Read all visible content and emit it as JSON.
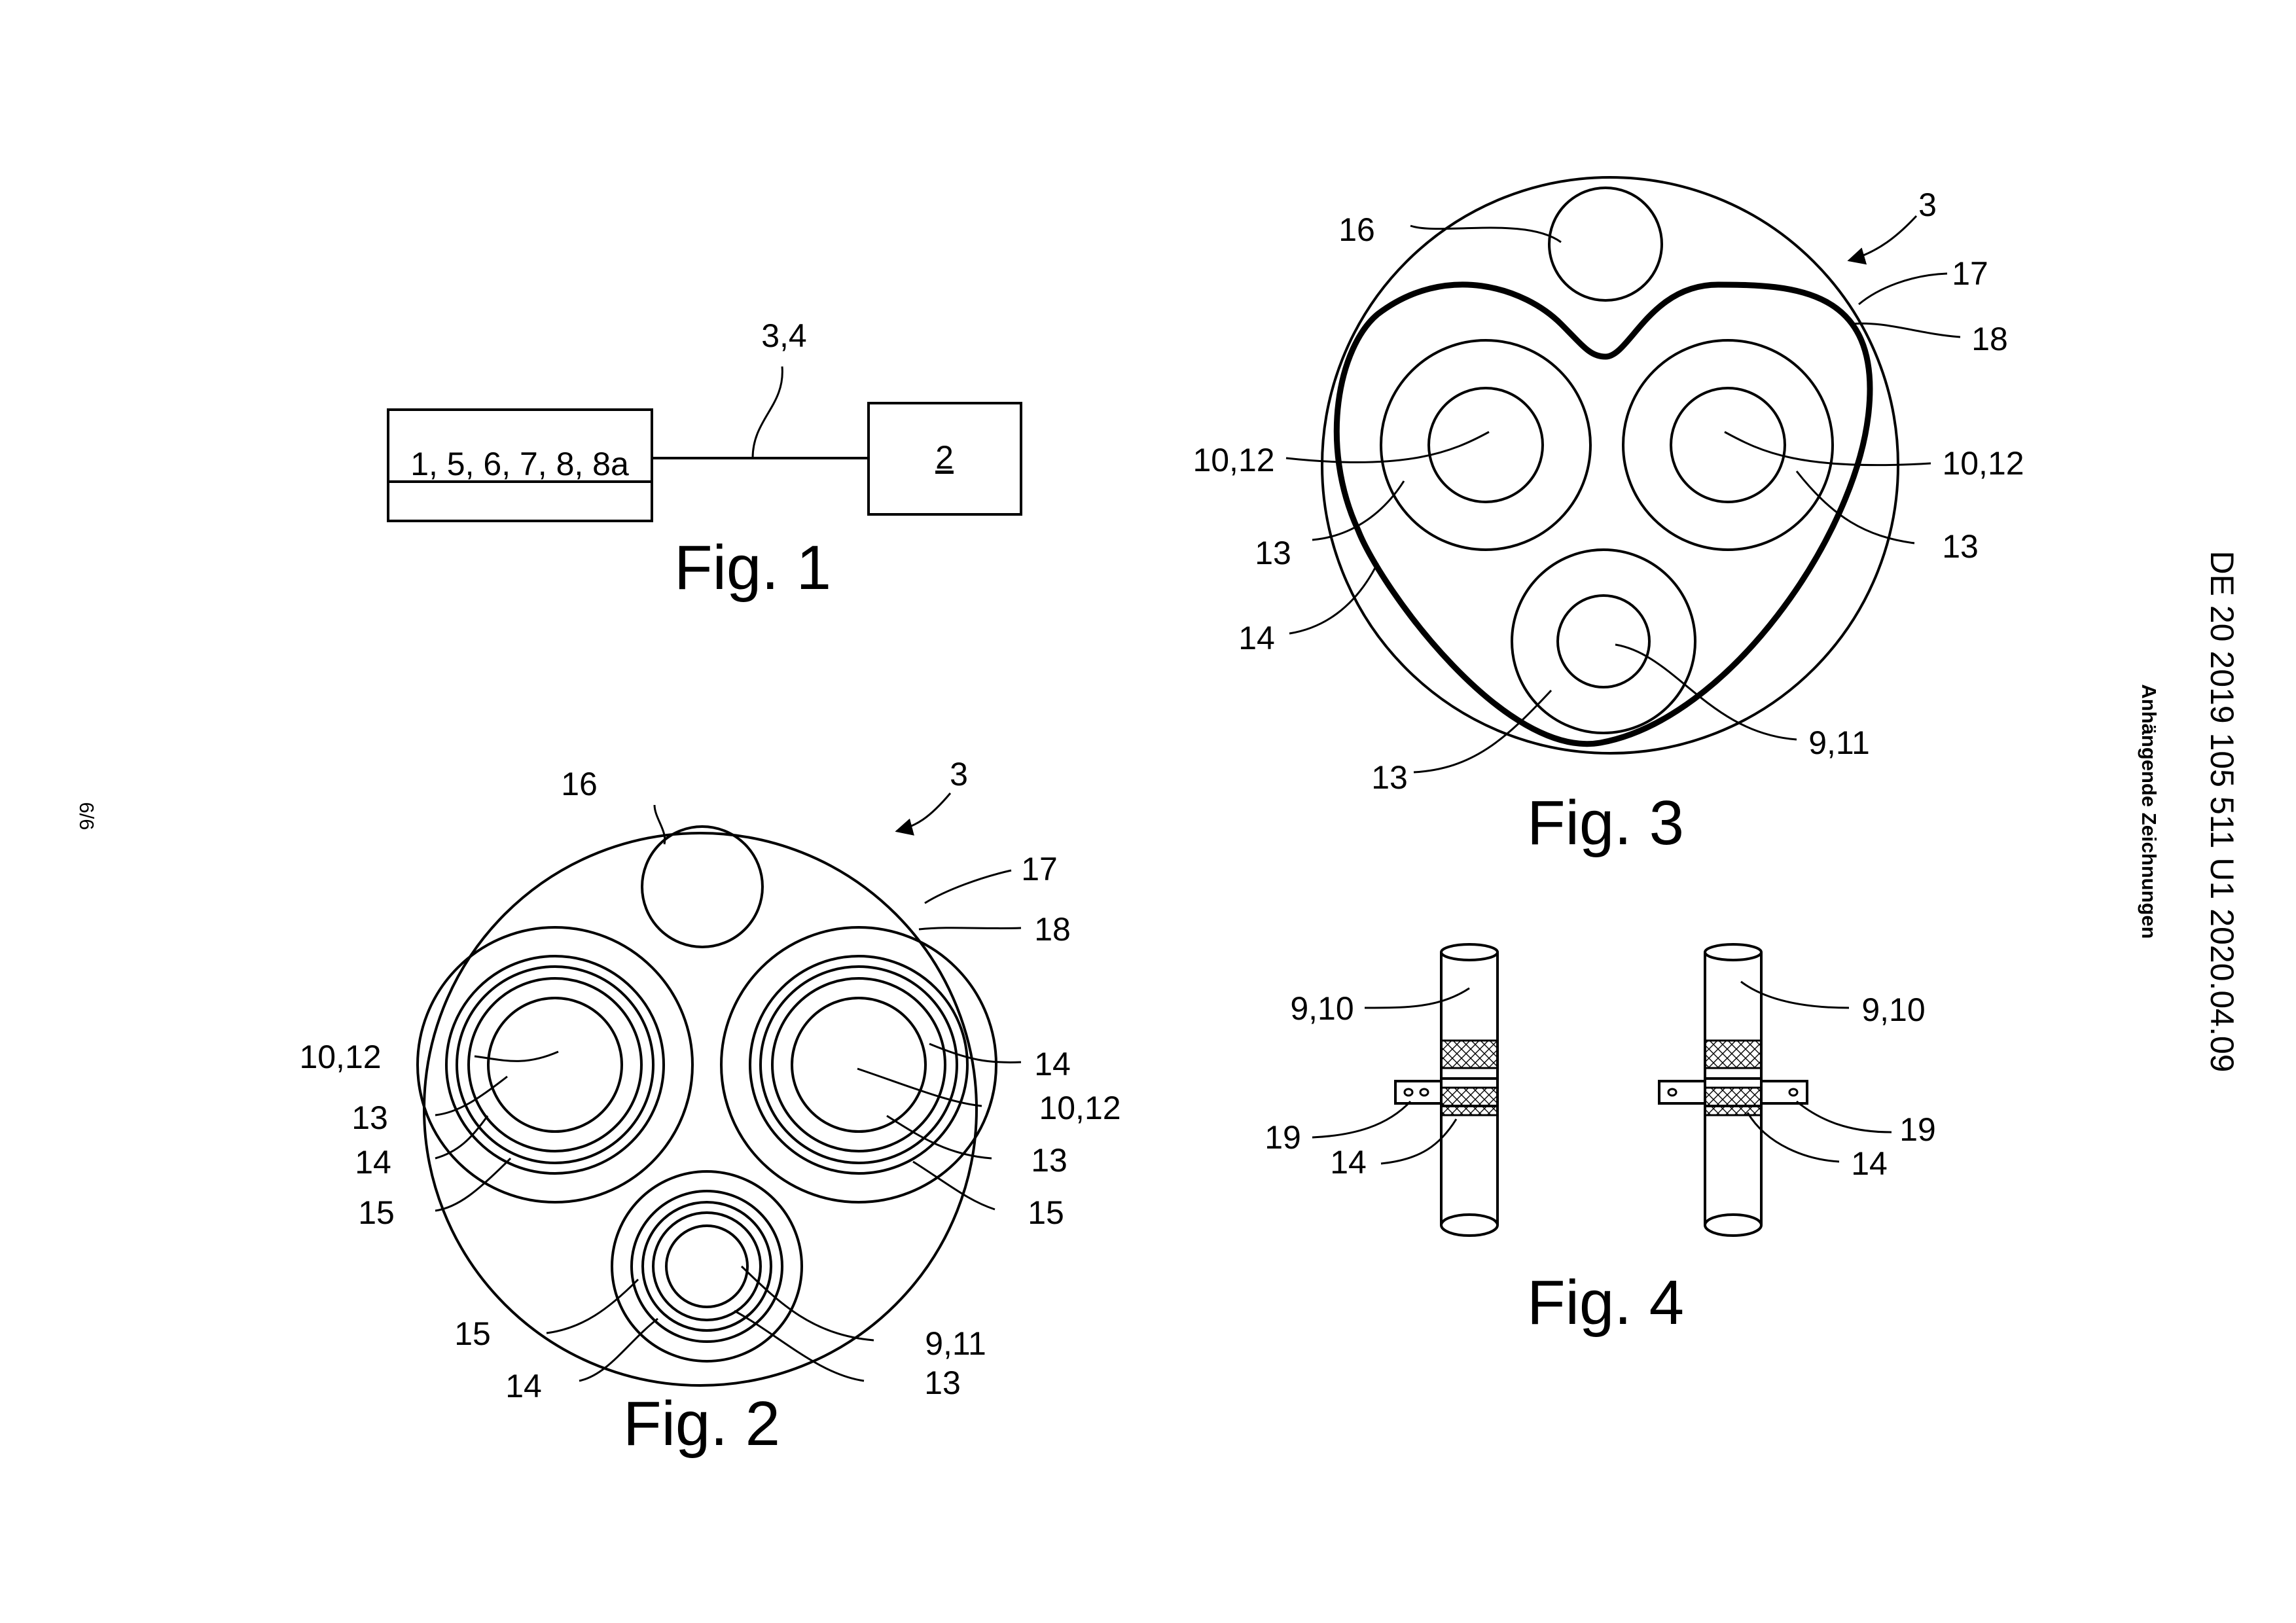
{
  "header": {
    "publication": "DE 20 2019 105 511 U1    2020.04.09",
    "caption": "Anhängende Zeichnungen",
    "page_number": "6/6"
  },
  "fig1": {
    "title": "Fig. 1",
    "box_left_label": "1, 5, 6, 7, 8, 8a",
    "box_right_label": "2",
    "line_label": "3,4"
  },
  "fig2": {
    "title": "Fig. 2",
    "labels": {
      "cable": "3",
      "hole": "16",
      "outer": "17",
      "filler": "18",
      "left_core": "10,12",
      "left_13": "13",
      "left_14": "14",
      "left_15": "15",
      "right_14": "14",
      "right_core": "10,12",
      "right_13": "13",
      "right_15": "15",
      "bottom_15": "15",
      "bottom_14": "14",
      "bottom_core": "9,11",
      "bottom_13": "13"
    }
  },
  "fig3": {
    "title": "Fig. 3",
    "labels": {
      "cable": "3",
      "hole": "16",
      "outer": "17",
      "filler": "18",
      "left_core": "10,12",
      "left_13": "13",
      "shield": "14",
      "bottom_13": "13",
      "right_core": "10,12",
      "right_13": "13",
      "bottom_core": "9,11"
    }
  },
  "fig4": {
    "title": "Fig. 4",
    "labels": {
      "left_conductor": "9,10",
      "left_clamp": "19",
      "left_shield": "14",
      "right_conductor": "9,10",
      "right_clamp": "19",
      "right_shield": "14"
    }
  }
}
